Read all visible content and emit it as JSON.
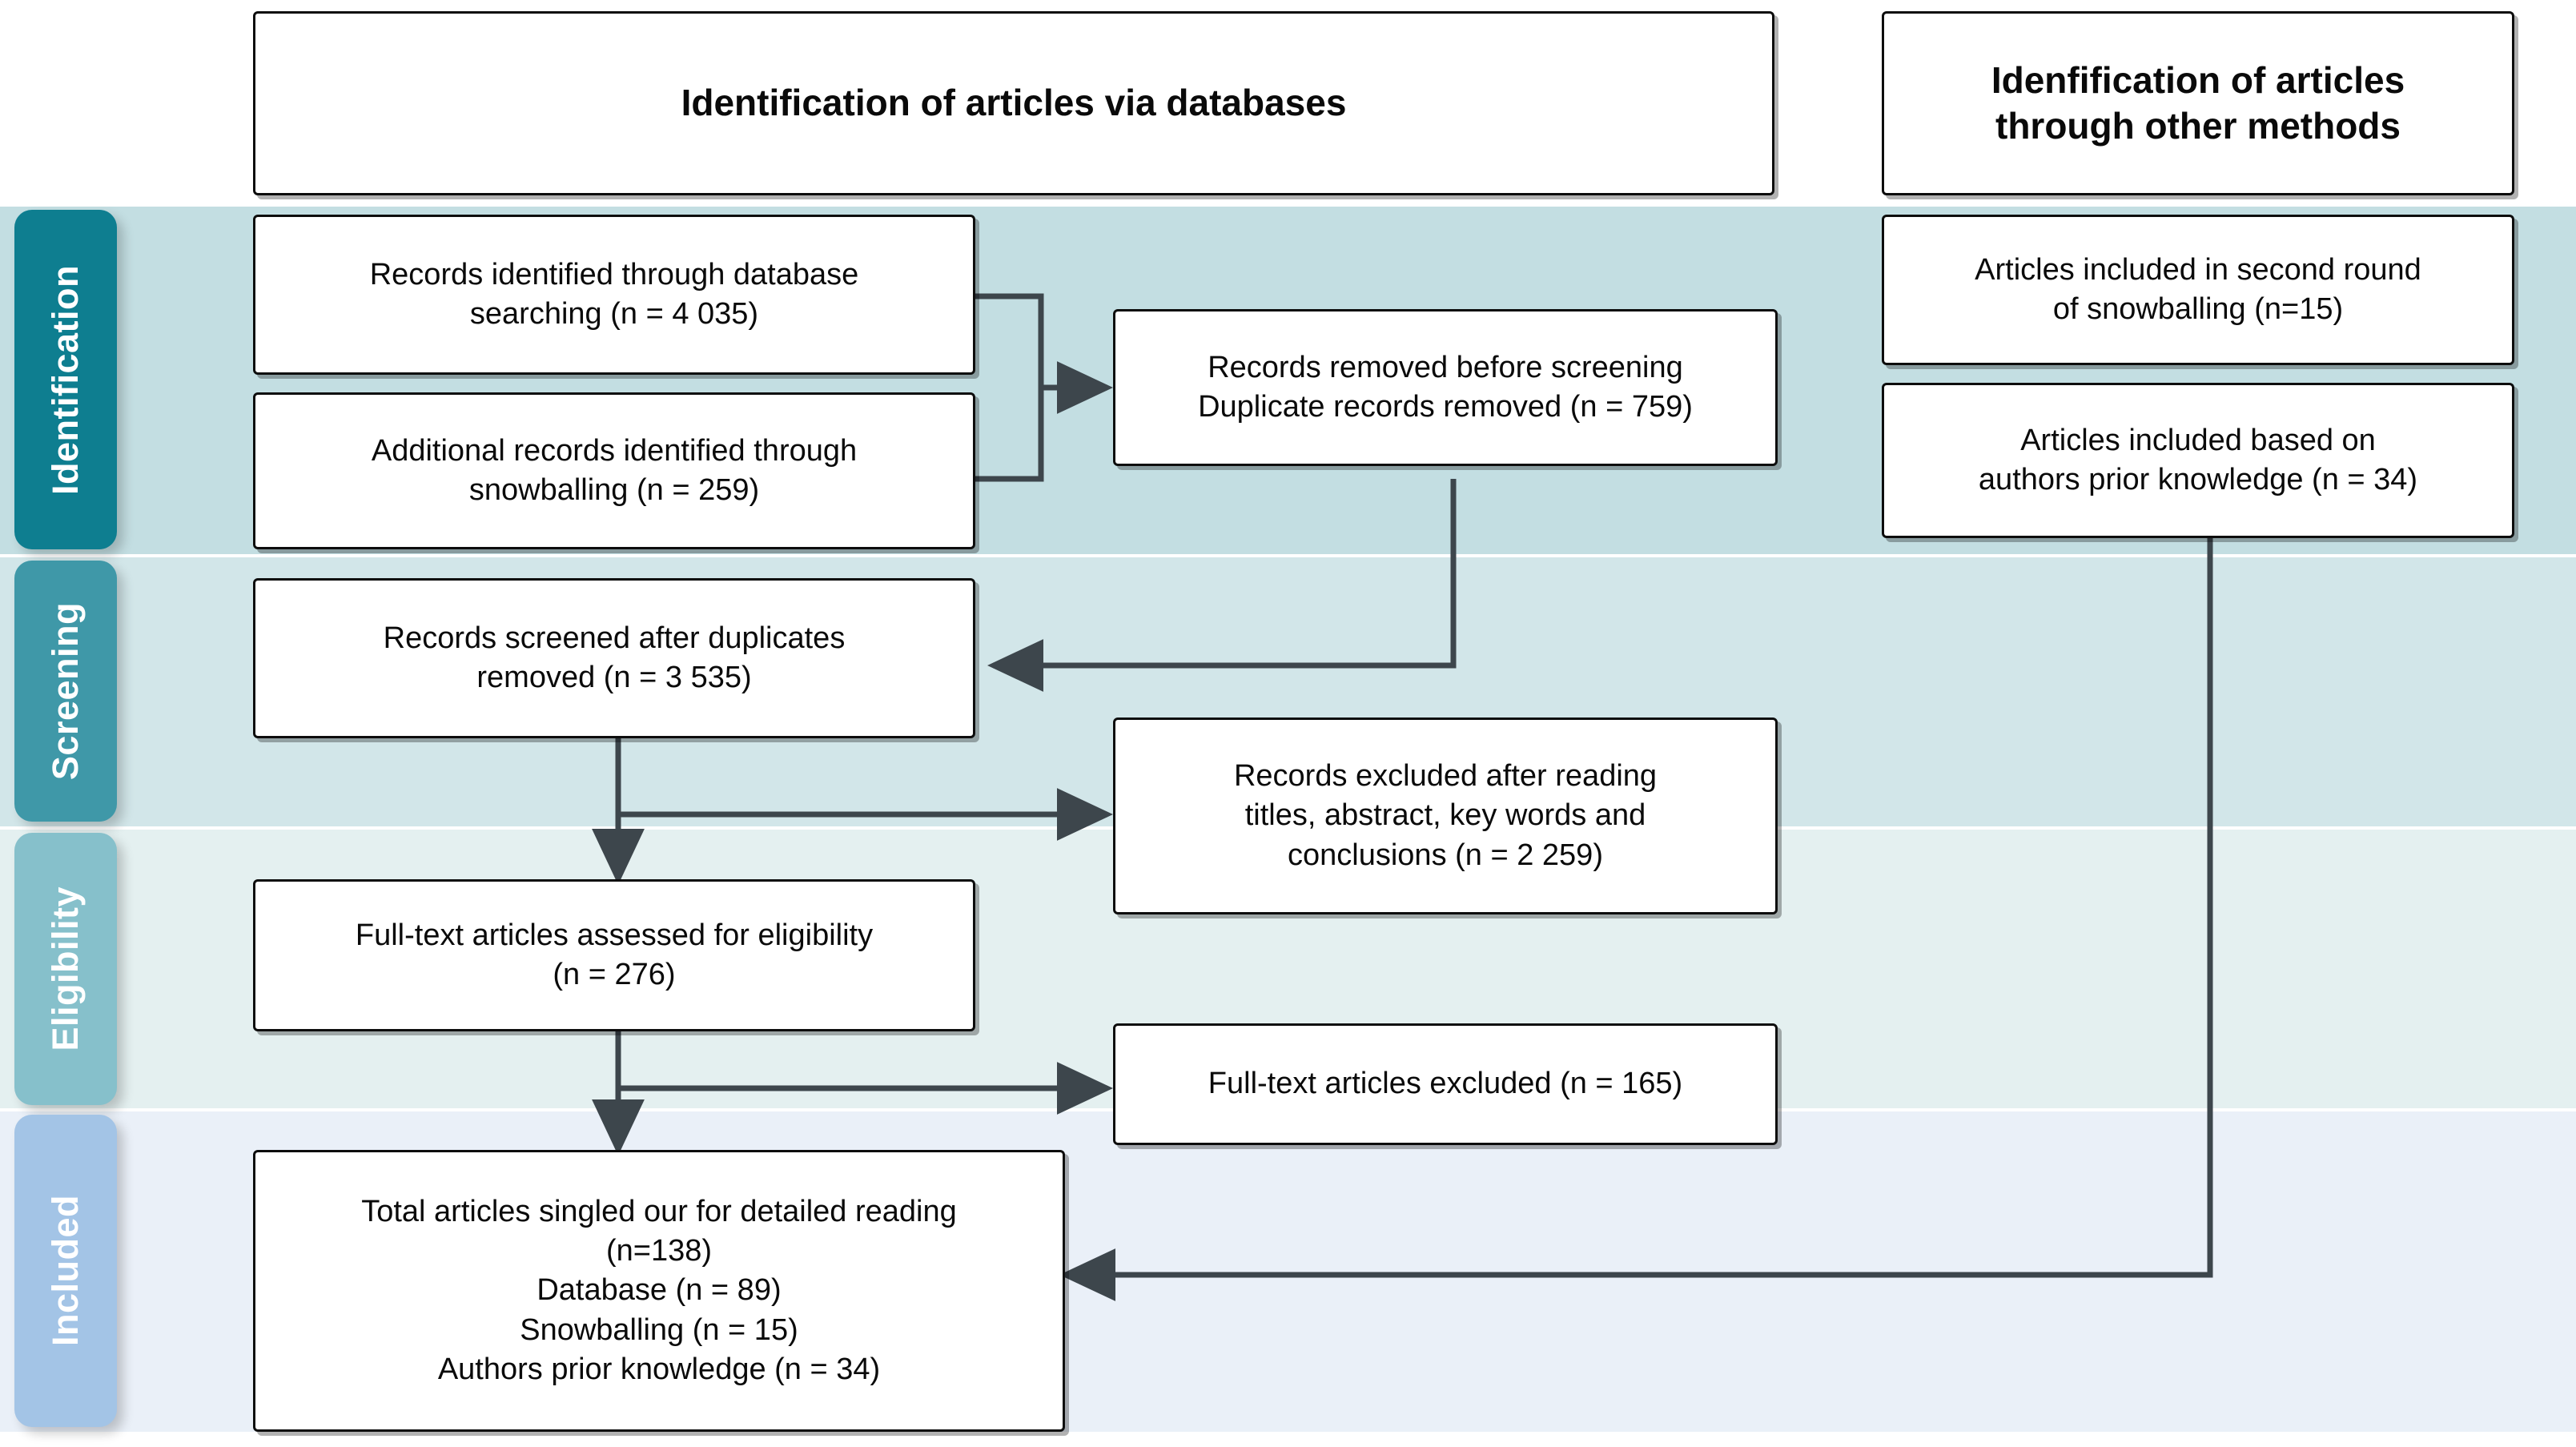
{
  "diagram": {
    "title_left": "Identification of articles via databases",
    "title_right": "Idenfification of articles\nthrough other methods",
    "colors": {
      "tab_identification": "#0e7e90",
      "tab_screening": "#3f98a8",
      "tab_eligibility": "#86c0cb",
      "tab_included": "#a3c4e6",
      "band_identification": "#c3dee2",
      "band_screening": "#d2e6e9",
      "band_eligibility": "#e4f0f0",
      "band_included": "#eaf0f8",
      "box_border": "#0d0d0d",
      "connector": "#3d464c",
      "box_fill": "#ffffff",
      "tab_text": "#ffffff",
      "box_text": "#0a0a0a"
    }
  },
  "stages": [
    {
      "id": "identification",
      "label": "Identification"
    },
    {
      "id": "screening",
      "label": "Screening"
    },
    {
      "id": "eligibility",
      "label": "Eligibility"
    },
    {
      "id": "included",
      "label": "Included"
    }
  ],
  "nodes": {
    "db_search": "Records identified through database\nsearching (n = 4 035)",
    "snowballing": "Additional records identified through\nsnowballing (n = 259)",
    "removed": "Records removed before screening\nDuplicate records removed (n = 759)",
    "second_round": "Articles included in second round\nof snowballing (n=15)",
    "prior_knowledge": "Articles included based on\nauthors prior knowledge (n = 34)",
    "screened": "Records screened after duplicates\nremoved (n = 3 535)",
    "records_excluded": "Records excluded after reading\ntitles, abstract, key words and\nconclusions (n = 2 259)",
    "fulltext_assessed": "Full-text articles assessed for eligibility\n(n = 276)",
    "fulltext_excluded": "Full-text articles excluded (n = 165)",
    "total_included": "Total articles singled our for detailed reading\n(n=138)\nDatabase (n = 89)\nSnowballing (n = 15)\nAuthors prior knowledge (n = 34)"
  },
  "chart_data": {
    "type": "table",
    "title": "PRISMA flow diagram",
    "categories": [
      "Records identified through database searching",
      "Additional records identified through snowballing",
      "Duplicate records removed",
      "Records screened after duplicates removed",
      "Records excluded after reading titles, abstract, key words and conclusions",
      "Full-text articles assessed for eligibility",
      "Full-text articles excluded",
      "Articles included in second round of snowballing",
      "Articles included based on authors prior knowledge",
      "Total articles singled our for detailed reading",
      "Database",
      "Snowballing",
      "Authors prior knowledge"
    ],
    "values": [
      4035,
      259,
      759,
      3535,
      2259,
      276,
      165,
      15,
      34,
      138,
      89,
      15,
      34
    ]
  }
}
